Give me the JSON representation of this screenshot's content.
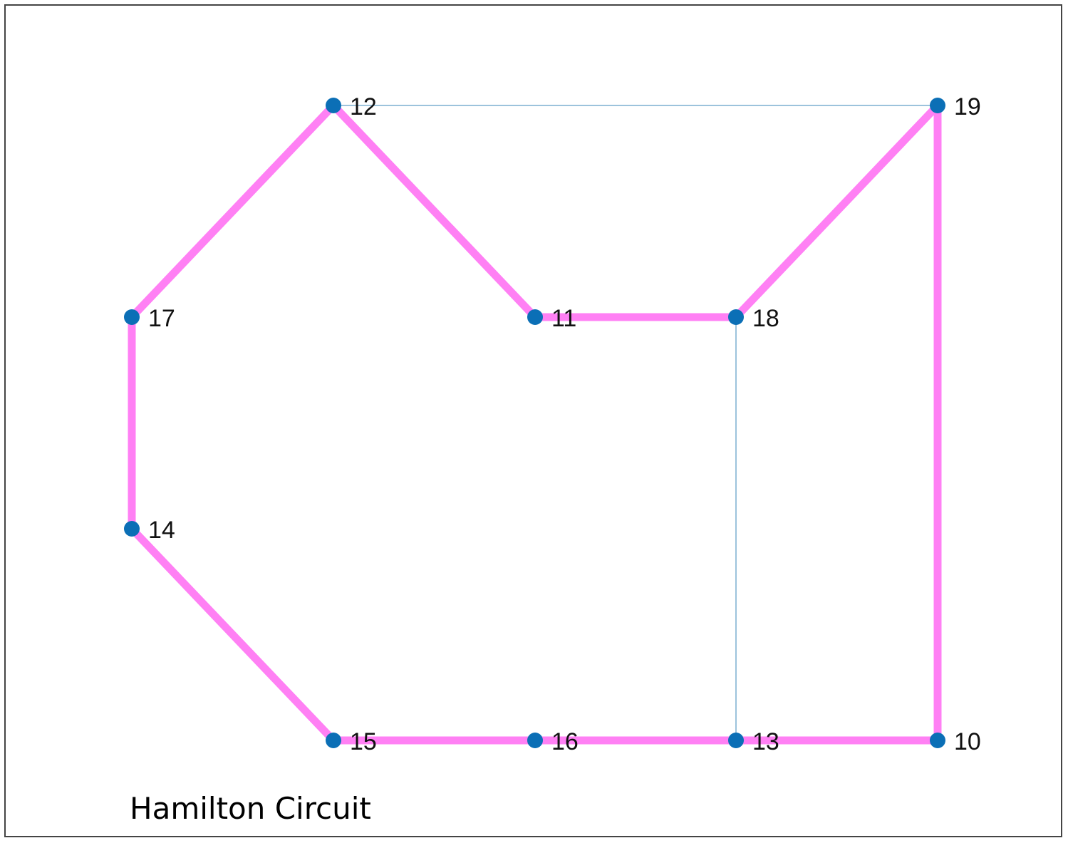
{
  "caption": "Hamilton Circuit",
  "colors": {
    "circuit_edge": "#ff80f4",
    "plain_edge": "#9cc3dc",
    "node": "#0b6fb6",
    "frame": "#444444"
  },
  "graph": {
    "nodes": [
      {
        "id": "12",
        "label": "12"
      },
      {
        "id": "19",
        "label": "19"
      },
      {
        "id": "17",
        "label": "17"
      },
      {
        "id": "11",
        "label": "11"
      },
      {
        "id": "18",
        "label": "18"
      },
      {
        "id": "14",
        "label": "14"
      },
      {
        "id": "15",
        "label": "15"
      },
      {
        "id": "16",
        "label": "16"
      },
      {
        "id": "13",
        "label": "13"
      },
      {
        "id": "10",
        "label": "10"
      }
    ],
    "edges": [
      {
        "from": "12",
        "to": "19",
        "in_circuit": false
      },
      {
        "from": "18",
        "to": "13",
        "in_circuit": false
      },
      {
        "from": "12",
        "to": "17",
        "in_circuit": true
      },
      {
        "from": "17",
        "to": "14",
        "in_circuit": true
      },
      {
        "from": "14",
        "to": "15",
        "in_circuit": true
      },
      {
        "from": "15",
        "to": "16",
        "in_circuit": true
      },
      {
        "from": "16",
        "to": "13",
        "in_circuit": true
      },
      {
        "from": "13",
        "to": "10",
        "in_circuit": true
      },
      {
        "from": "10",
        "to": "19",
        "in_circuit": true
      },
      {
        "from": "19",
        "to": "18",
        "in_circuit": true
      },
      {
        "from": "18",
        "to": "11",
        "in_circuit": true
      },
      {
        "from": "11",
        "to": "12",
        "in_circuit": true
      }
    ]
  }
}
